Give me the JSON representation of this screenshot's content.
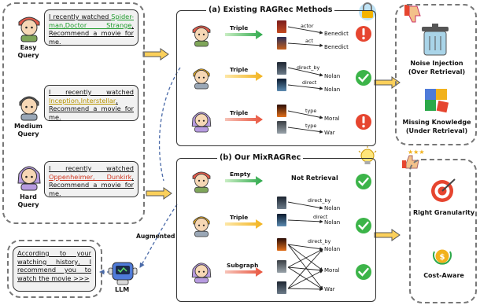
{
  "queries": [
    {
      "label": "Easy\nQuery",
      "prefix": "I recently watched ",
      "items": "Spider-man,Doctor Strange",
      "suffix": ", Recommend a movie for me."
    },
    {
      "label": "Medium\nQuery",
      "prefix": "I recently watched ",
      "items": "Inception,Interstellar",
      "suffix": ", Recommend a movie for me."
    },
    {
      "label": "Hard\nQuery",
      "prefix": "I recently watched ",
      "items": "Oppenheimer, Dunkirk",
      "suffix": ", Recommend a movie for me."
    }
  ],
  "existing": {
    "title": "(a) Existing RAGRec Methods",
    "rows": [
      {
        "method": "Triple",
        "rel1": "actor",
        "rel2": "act",
        "ent1": "Benedict",
        "ent2": "Benedict",
        "status": "warning"
      },
      {
        "method": "Triple",
        "rel1": "direct_by",
        "rel2": "direct",
        "ent1": "Nolan",
        "ent2": "Nolan",
        "status": "ok"
      },
      {
        "method": "Triple",
        "rel1": "type",
        "rel2": "type",
        "ent1": "Moral",
        "ent2": "War",
        "status": "warning"
      }
    ]
  },
  "problems": [
    {
      "label": "Noise Injection\n(Over Retrieval)"
    },
    {
      "label": "Missing Knowledge\n(Under Retrieval)"
    }
  ],
  "ours": {
    "title": "(b) Our MixRAGRec",
    "rows": [
      {
        "method": "Empty",
        "result": "Not Retrieval"
      },
      {
        "method": "Triple",
        "rel1": "direct_by",
        "rel2": "direct",
        "ent1": "Nolan",
        "ent2": "Nolan"
      },
      {
        "method": "Subgraph",
        "rel1": "direct_by",
        "ent1": "Nolan",
        "ent2": "Moral",
        "ent3": "War"
      }
    ]
  },
  "benefits": [
    {
      "label": "Right Granularity"
    },
    {
      "label": "Cost-Aware"
    }
  ],
  "augmented_label": "Augmented",
  "llm": {
    "label": "LLM",
    "response": "According to your watching history, I recommend you to watch the movie >>>"
  },
  "colors": {
    "green": "#2ca84a",
    "yellow": "#f2b21c",
    "red": "#e8533c",
    "check": "#3cb449",
    "warn": "#e6452f",
    "dash": "#777777",
    "blue_dash": "#4a6aa8"
  }
}
